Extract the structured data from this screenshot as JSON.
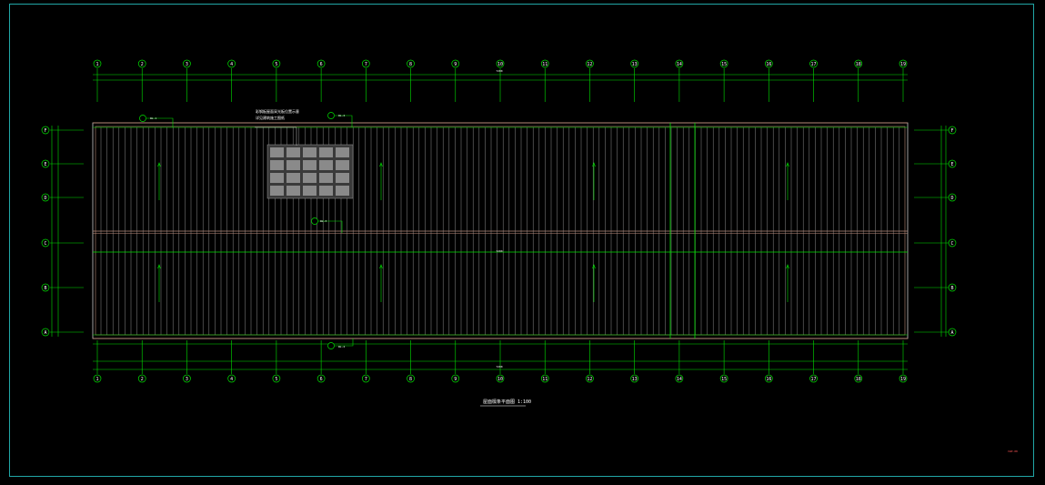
{
  "drawing": {
    "title": "屋面檩条平面图 1:100",
    "stamp": "CWP-08",
    "notes": [
      "彩钢板屋面采光板位置示意",
      "详见建筑施工图纸"
    ],
    "callouts": [
      "WL-1",
      "WL-2",
      "WL-3",
      "WL-4"
    ]
  },
  "axes": {
    "columns": [
      "1",
      "2",
      "3",
      "4",
      "5",
      "6",
      "7",
      "8",
      "9",
      "10",
      "11",
      "12",
      "13",
      "14",
      "15",
      "16",
      "17",
      "18",
      "19"
    ],
    "rows": [
      "F",
      "E",
      "D",
      "C",
      "B",
      "A"
    ],
    "total_top": "7200",
    "total_bottom": "7200",
    "total_mid": "7200"
  },
  "colors": {
    "background": "#000000",
    "axis_green": "#00e000",
    "frame_cyan": "#21a6a6",
    "roof_line": "#c8c8c8",
    "purlin": "#b98a7a",
    "skylight": "#8a8a8a"
  }
}
